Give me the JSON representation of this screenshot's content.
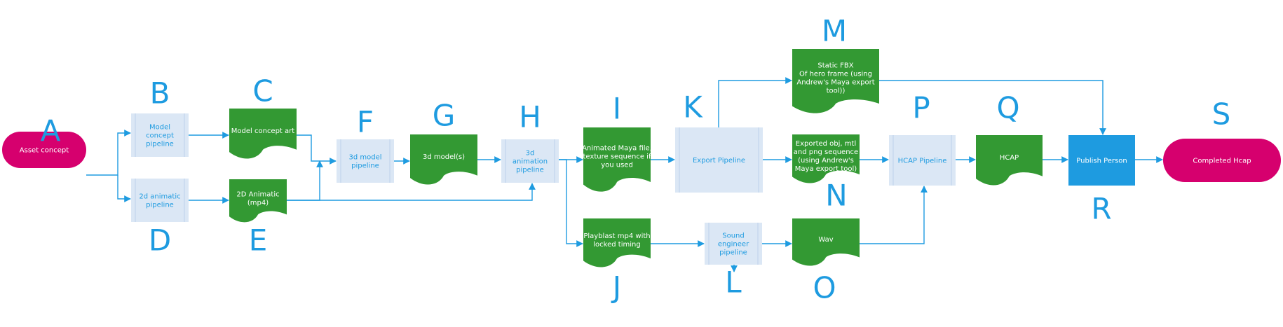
{
  "colors": {
    "pink": "#D6006E",
    "green": "#339933",
    "light_blue": "#DBE7F5",
    "light_blue_edge": "#C3D6EC",
    "blue": "#1E9BE0",
    "letter": "#1E9BE0",
    "process_text": "#1E9BE0",
    "white_text": "#FFFFFF"
  },
  "nodes": [
    {
      "id": "A",
      "letter": "A",
      "shape": "terminator",
      "color": "pink",
      "lines": [
        "Asset concept"
      ]
    },
    {
      "id": "B",
      "letter": "B",
      "shape": "process",
      "color": "light_blue",
      "lines": [
        "Model",
        "concept",
        "pipeline"
      ]
    },
    {
      "id": "C",
      "letter": "C",
      "shape": "document",
      "color": "green",
      "lines": [
        "Model concept art"
      ]
    },
    {
      "id": "D",
      "letter": "D",
      "shape": "process",
      "color": "light_blue",
      "lines": [
        "2d animatic",
        "pipeline"
      ]
    },
    {
      "id": "E",
      "letter": "E",
      "shape": "document",
      "color": "green",
      "lines": [
        "2D Animatic",
        "(mp4)"
      ]
    },
    {
      "id": "F",
      "letter": "F",
      "shape": "process",
      "color": "light_blue",
      "lines": [
        "3d model",
        "pipeline"
      ]
    },
    {
      "id": "G",
      "letter": "G",
      "shape": "document",
      "color": "green",
      "lines": [
        "3d model(s)"
      ]
    },
    {
      "id": "H",
      "letter": "H",
      "shape": "process",
      "color": "light_blue",
      "lines": [
        "3d",
        "animation",
        "pipeline"
      ]
    },
    {
      "id": "I",
      "letter": "I",
      "shape": "document",
      "color": "green",
      "lines": [
        "Animated Maya file,",
        "texture sequence if",
        "you used"
      ]
    },
    {
      "id": "J",
      "letter": "J",
      "shape": "document",
      "color": "green",
      "lines": [
        "Playblast mp4 with",
        "locked timing"
      ]
    },
    {
      "id": "K",
      "letter": "K",
      "shape": "process",
      "color": "light_blue",
      "lines": [
        "Export Pipeline"
      ]
    },
    {
      "id": "L",
      "letter": "L",
      "shape": "process",
      "color": "light_blue",
      "lines": [
        "Sound",
        "engineer",
        "pipeline"
      ]
    },
    {
      "id": "M",
      "letter": "M",
      "shape": "document",
      "color": "green",
      "lines": [
        "Static FBX",
        "Of hero frame (using",
        "Andrew's Maya export",
        "tool))"
      ]
    },
    {
      "id": "N",
      "letter": "N",
      "shape": "document",
      "color": "green",
      "lines": [
        "Exported obj, mtl",
        "and png sequence",
        "(using Andrew's",
        "Maya export tool)"
      ]
    },
    {
      "id": "O",
      "letter": "O",
      "shape": "document",
      "color": "green",
      "lines": [
        "Wav"
      ]
    },
    {
      "id": "P",
      "letter": "P",
      "shape": "process",
      "color": "light_blue",
      "lines": [
        "HCAP Pipeline"
      ]
    },
    {
      "id": "Q",
      "letter": "Q",
      "shape": "document",
      "color": "green",
      "lines": [
        "HCAP"
      ]
    },
    {
      "id": "R",
      "letter": "R",
      "shape": "rect",
      "color": "blue",
      "lines": [
        "Publish Person"
      ]
    },
    {
      "id": "S",
      "letter": "S",
      "shape": "terminator",
      "color": "pink",
      "lines": [
        "Completed Hcap"
      ]
    }
  ],
  "edges": [
    [
      "A",
      "B"
    ],
    [
      "A",
      "D"
    ],
    [
      "B",
      "C"
    ],
    [
      "D",
      "E"
    ],
    [
      "C",
      "F"
    ],
    [
      "E",
      "F"
    ],
    [
      "E",
      "H"
    ],
    [
      "F",
      "G"
    ],
    [
      "G",
      "H"
    ],
    [
      "H",
      "I"
    ],
    [
      "H",
      "J"
    ],
    [
      "I",
      "K"
    ],
    [
      "K",
      "M"
    ],
    [
      "K",
      "N"
    ],
    [
      "M",
      "R"
    ],
    [
      "N",
      "P"
    ],
    [
      "J",
      "L"
    ],
    [
      "L",
      "O"
    ],
    [
      "O",
      "P"
    ],
    [
      "P",
      "Q"
    ],
    [
      "Q",
      "R"
    ],
    [
      "R",
      "S"
    ]
  ]
}
